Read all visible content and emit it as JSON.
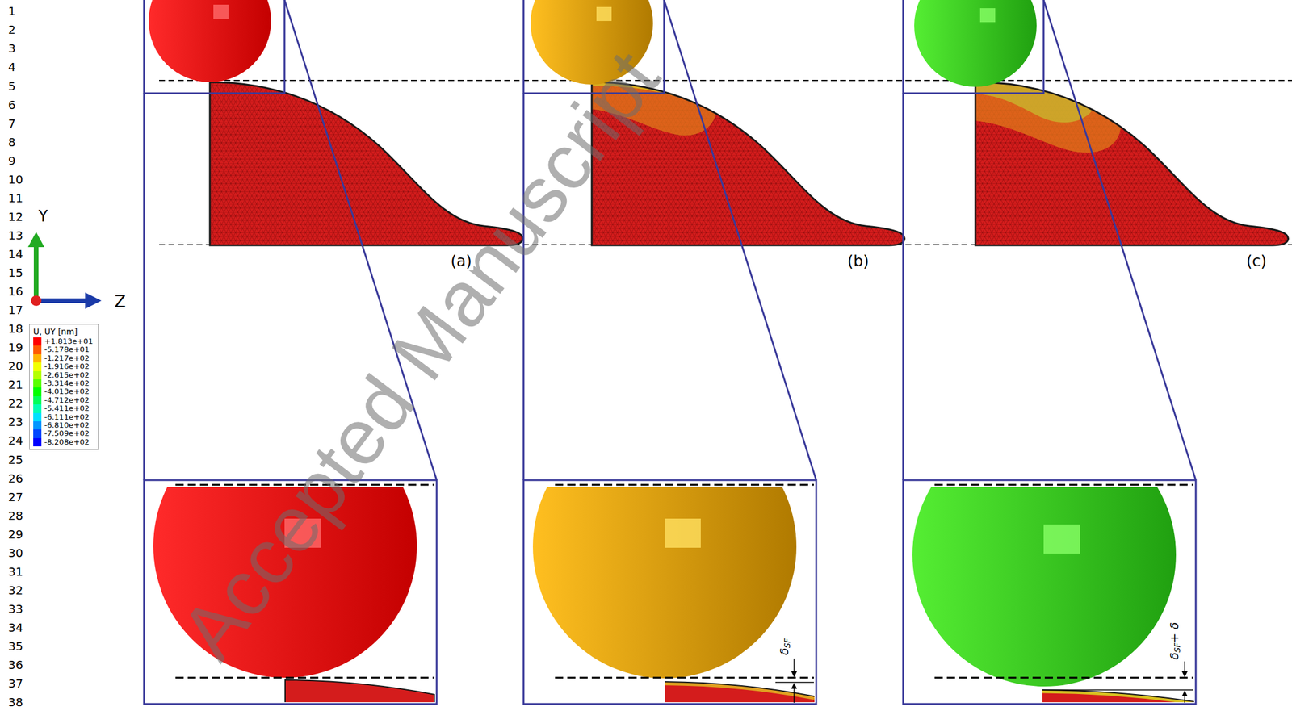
{
  "diagram": {
    "labels": [
      "1",
      "2",
      "3",
      "4",
      "5",
      "6",
      "7",
      "8",
      "9",
      "10",
      "11",
      "12",
      "13",
      "14",
      "15",
      "16",
      "17",
      "18",
      "19",
      "20",
      "21",
      "22",
      "23",
      "24",
      "25",
      "26",
      "27",
      "28",
      "29",
      "30",
      "31",
      "32",
      "33",
      "34",
      "35",
      "36",
      "37",
      "38",
      "Y",
      "Z",
      "U, UY [nm]",
      "(a)",
      "(b)",
      "(c)",
      "δ",
      "SF",
      "δ",
      "SF",
      "+ δ",
      "Accepted Manuscript"
    ],
    "legend": [
      {
        "text": "+1.813e+01",
        "color": "#ff0000"
      },
      {
        "text": "-5.178e+01",
        "color": "#ff5a00"
      },
      {
        "text": "-1.217e+02",
        "color": "#ffb400"
      },
      {
        "text": "-1.916e+02",
        "color": "#f2ff00"
      },
      {
        "text": "-2.615e+02",
        "color": "#b4ff00"
      },
      {
        "text": "-3.314e+02",
        "color": "#5aff00"
      },
      {
        "text": "-4.013e+02",
        "color": "#00ff00"
      },
      {
        "text": "-4.712e+02",
        "color": "#00ff5a"
      },
      {
        "text": "-5.411e+02",
        "color": "#00ffb4"
      },
      {
        "text": "-6.111e+02",
        "color": "#00e0ff"
      },
      {
        "text": "-6.810e+02",
        "color": "#0096ff"
      },
      {
        "text": "-7.509e+02",
        "color": "#0046ff"
      },
      {
        "text": "-8.208e+02",
        "color": "#0000ff"
      }
    ]
  }
}
